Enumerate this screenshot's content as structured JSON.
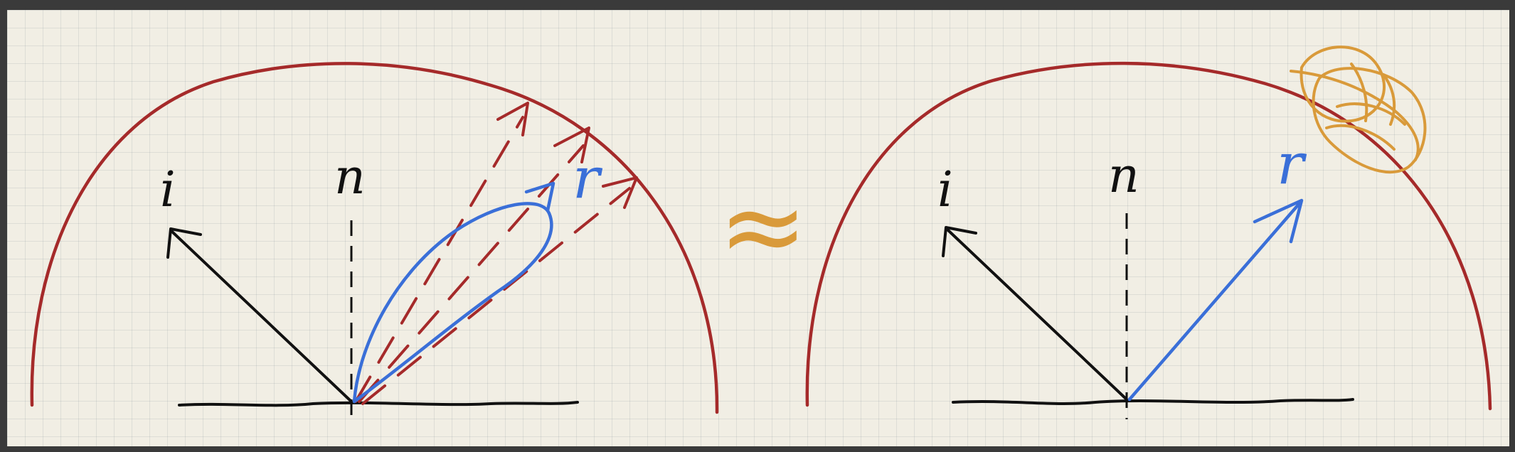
{
  "colors": {
    "hemisphere": "#a52a2a",
    "reflection_lobe": "#3a6fd8",
    "sample_rays": "#a52a2a",
    "ink": "#111111",
    "approx": "#d99a3a",
    "paper": "#f1eee4"
  },
  "left_panel": {
    "incident_label": "i",
    "normal_label": "n",
    "reflect_label": "r"
  },
  "approx_symbol": "≈",
  "right_panel": {
    "incident_label": "i",
    "normal_label": "n",
    "reflect_label": "r"
  }
}
